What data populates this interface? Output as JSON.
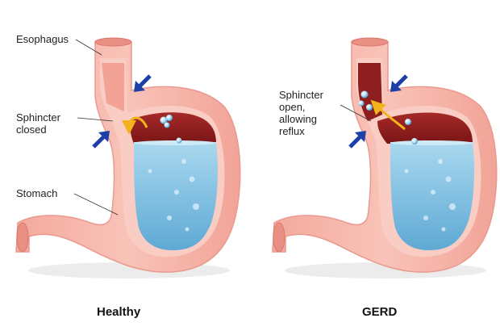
{
  "labels": {
    "esophagus": "Esophagus",
    "sphincter_closed": "Sphincter\nclosed",
    "stomach": "Stomach",
    "sphincter_open": "Sphincter\nopen,\nallowing\nreflux"
  },
  "captions": {
    "healthy": "Healthy",
    "gerd": "GERD"
  },
  "colors": {
    "stomach_wall": "#f6b3a8",
    "stomach_wall_outline": "#e99a8f",
    "inner_wall": "#f9c9bf",
    "cavity_top": "#8e1f20",
    "acid_fluid": "#7cbfe0",
    "arrow": "#1f3fa8",
    "reflux_arrow": "#f2b31c",
    "shadow": "#e6e6e6"
  },
  "icons": {
    "compression_arrow": "blue-arrow-icon",
    "reflux_flow": "curved-yellow-arrow-icon",
    "bubble": "acid-bubble-icon"
  }
}
